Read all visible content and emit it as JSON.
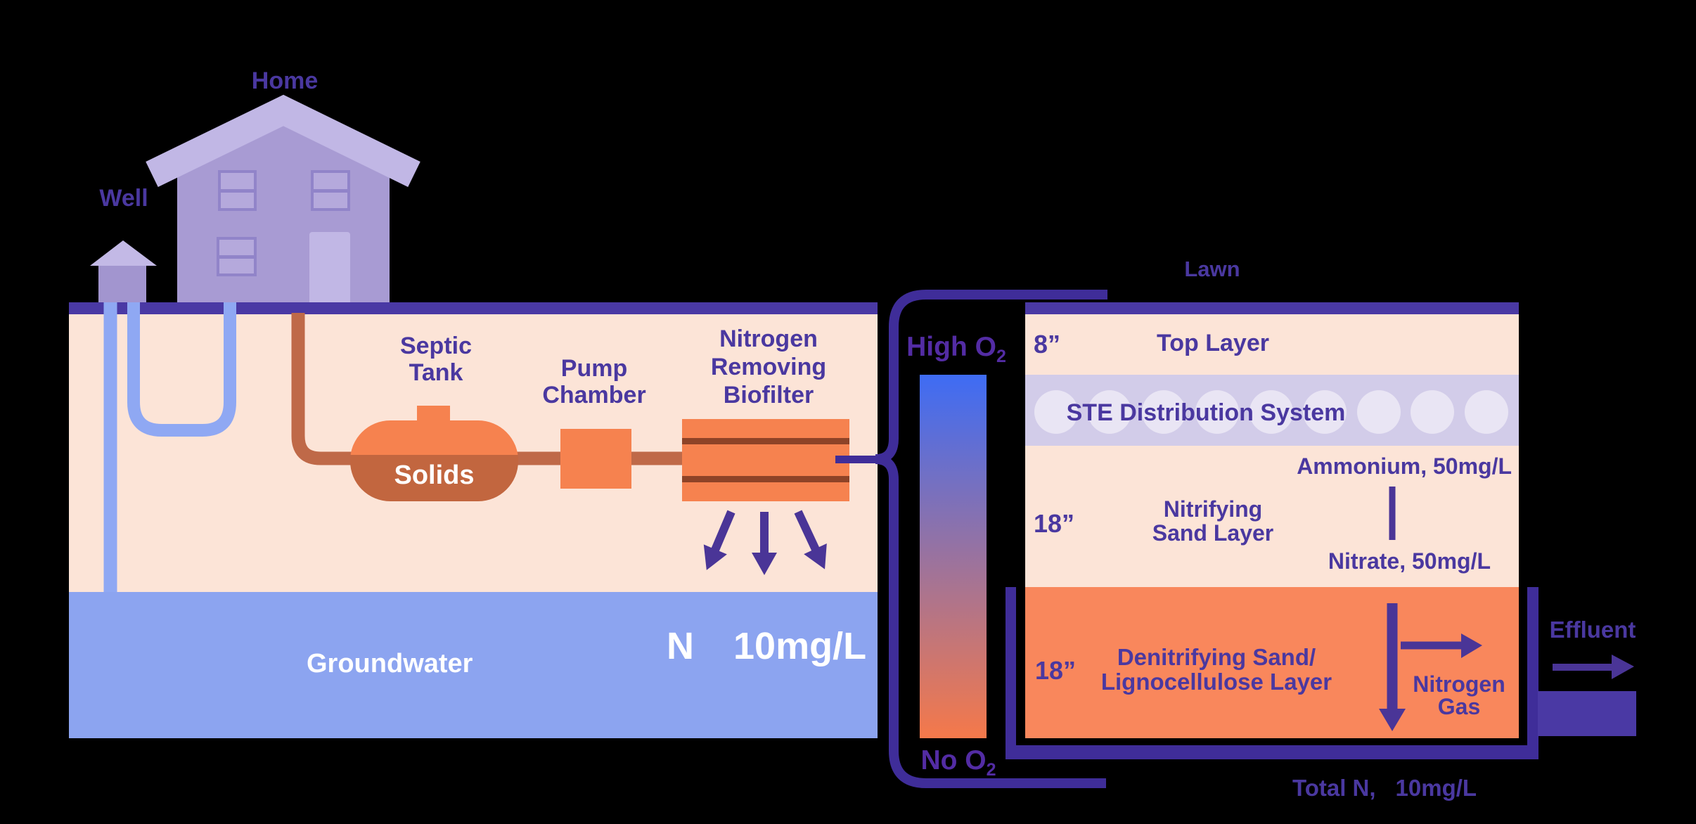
{
  "title": "Nitrogen Removing Biofilter septic system diagram",
  "colors": {
    "bg": "#000000",
    "ink": "#4a38a0",
    "bar": "#4a39a4",
    "line": "#3f2d99",
    "soil": "#fce4d7",
    "water": "#8ca4f0",
    "orange": "#f6824f",
    "sludge": "#c2663f",
    "slot": "#8e4327",
    "den": "#f9875c",
    "ste": "#d2cce9",
    "pore": "#e9e5f4",
    "house": "#a89bd3",
    "roof": "#c1b7e5",
    "pane": "#b5a9dc",
    "frame": "#9184c9",
    "tri": "#c3b9e6",
    "stem": "#a295cf",
    "pipe_blue": "#8fa8f3",
    "pipe_brown": "#bf6948",
    "o2top": "#3e6cf4",
    "o2bot": "#f5794a",
    "o2ink": "#532ca4",
    "white_text": "#ffffff"
  },
  "left_scene": {
    "home_label": "Home",
    "well_label": "Well",
    "septic_tank_label": [
      "Septic",
      "Tank"
    ],
    "solids_label": "Solids",
    "pump_chamber_label": [
      "Pump",
      "Chamber"
    ],
    "biofilter_label": [
      "Nitrogen",
      "Removing",
      "Biofilter"
    ],
    "groundwater_label": "Groundwater",
    "groundwater_n": "N",
    "groundwater_n_value": "10mg/L"
  },
  "o2_scale": {
    "high": {
      "text": "High O",
      "sub": "2"
    },
    "no": {
      "text": "No O",
      "sub": "2"
    }
  },
  "right_scene": {
    "lawn_label": "Lawn",
    "layers": {
      "top": {
        "depth": "8”",
        "name": "Top Layer"
      },
      "ste": {
        "name": "STE Distribution System"
      },
      "nitrifying": {
        "depth": "18”",
        "name": [
          "Nitrifying",
          "Sand Layer"
        ],
        "ammonium": "Ammonium, 50mg/L",
        "nitrate": "Nitrate, 50mg/L"
      },
      "denitrifying": {
        "depth": "18”",
        "name": [
          "Denitrifying Sand/",
          "Lignocellulose Layer"
        ],
        "gas": [
          "Nitrogen",
          "Gas"
        ]
      }
    },
    "effluent_label": "Effluent",
    "total_n": "Total N,",
    "total_n_value": "10mg/L"
  }
}
